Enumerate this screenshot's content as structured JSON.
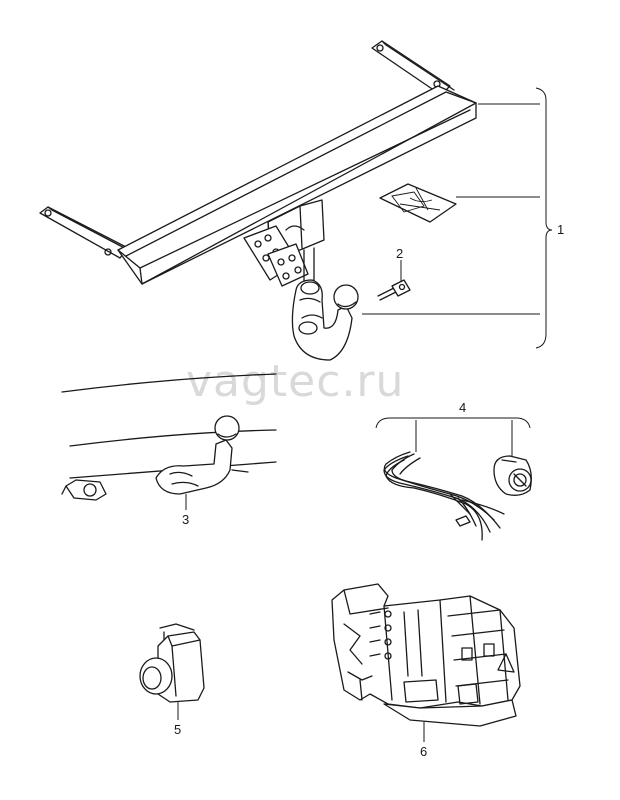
{
  "watermark": "vagtec.ru",
  "callouts": {
    "c1": "1",
    "c2": "2",
    "c3": "3",
    "c4": "4",
    "c5": "5",
    "c6": "6"
  },
  "colors": {
    "line": "#1a1a1a",
    "watermark": "#d9d9d9",
    "background": "#ffffff"
  }
}
